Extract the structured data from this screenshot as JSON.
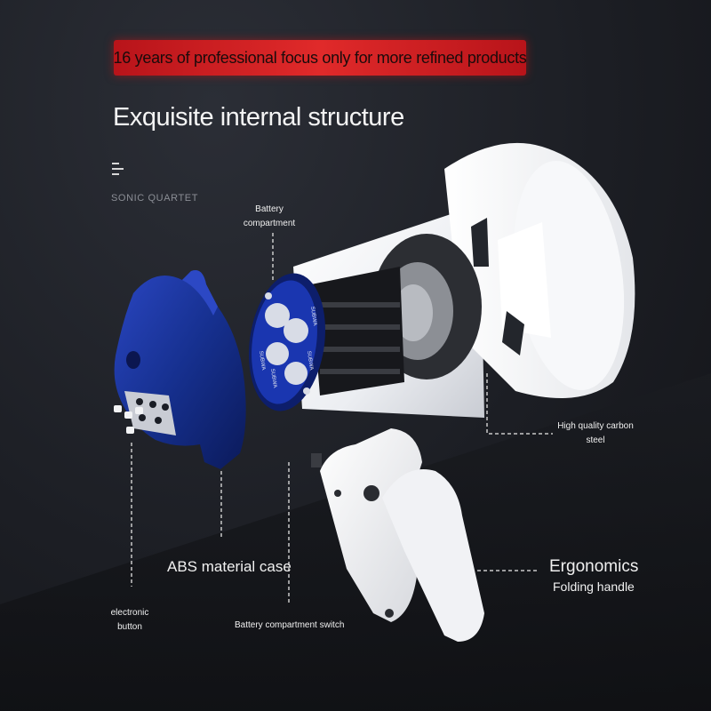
{
  "banner": {
    "text": "16 years of professional focus only for more refined products"
  },
  "headline": "Exquisite internal structure",
  "brand": {
    "name": "SONIC QUARTET",
    "logo_icon": "brand-bars-icon"
  },
  "battery_text": [
    "SUBWA",
    "SUBWA",
    "SUBWA",
    "SUBWA"
  ],
  "callouts": {
    "battery_compartment": [
      "Battery",
      "compartment"
    ],
    "carbon_steel": [
      "High quality carbon",
      "steel"
    ],
    "abs_case": "ABS material case",
    "electronic_button": [
      "electronic",
      "button"
    ],
    "battery_switch": "Battery compartment switch",
    "ergonomics": "Ergonomics",
    "folding_handle": "Folding handle"
  },
  "colors": {
    "background": "#1e2026",
    "banner": "#e02a2a",
    "case_blue": "#142c8e",
    "horn_white": "#f3f4f6"
  }
}
